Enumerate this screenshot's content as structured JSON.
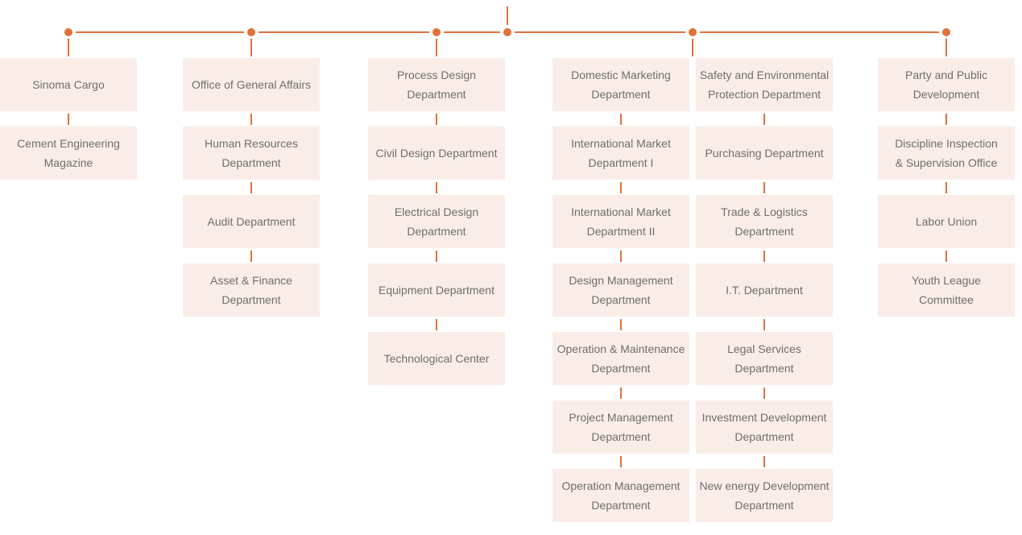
{
  "diagram": {
    "type": "org-chart",
    "colors": {
      "accent": "#E0713A",
      "box_bg": "#FAEDE8",
      "text": "#6E6E6E",
      "background": "#FFFFFF"
    },
    "columns": [
      {
        "name": "column-1",
        "boxes": [
          "Sinoma Cargo",
          "Cement Engineering\nMagazine"
        ]
      },
      {
        "name": "column-2",
        "boxes": [
          "Office of General Affairs",
          "Human Resources\nDepartment",
          "Audit Department",
          "Asset & Finance\nDepartment"
        ]
      },
      {
        "name": "column-3",
        "boxes": [
          "Process Design\nDepartment",
          "Civil Design Department",
          "Electrical Design\nDepartment",
          "Equipment Department",
          "Technological Center"
        ]
      },
      {
        "name": "column-4",
        "boxes": [
          "Domestic Marketing\nDepartment",
          "International Market\nDepartment I",
          "International Market\nDepartment II",
          "Design Management\nDepartment",
          "Operation & Maintenance\nDepartment",
          "Project Management\nDepartment",
          "Operation Management\nDepartment"
        ]
      },
      {
        "name": "column-5",
        "boxes": [
          "Safety and Environmental\nProtection Department",
          "Purchasing Department",
          "Trade & Logistics\nDepartment",
          "I.T. Department",
          "Legal Services\nDepartment",
          "Investment Development\nDepartment",
          "New energy Development\nDepartment"
        ]
      },
      {
        "name": "column-6",
        "boxes": [
          "Party and Public\nDevelopment",
          "Discipline Inspection\n& Supervision Office",
          "Labor Union",
          "Youth League\nCommittee"
        ]
      }
    ]
  }
}
